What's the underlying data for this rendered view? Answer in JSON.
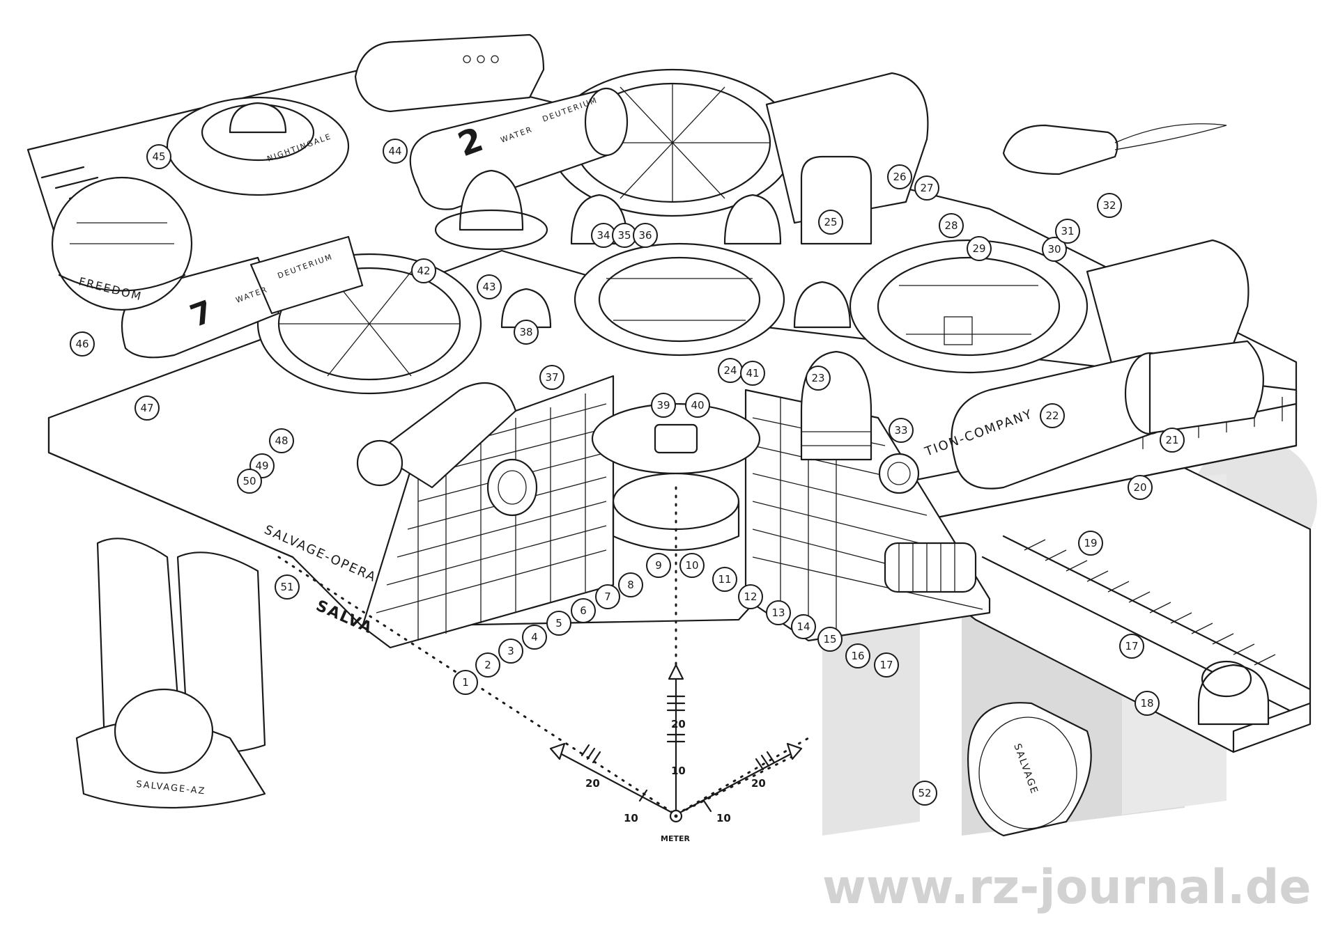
{
  "hull_labels": {
    "salvage_opera": "SALVAGE-OPERA",
    "salva": "SALVA",
    "tion_company": "TION-COMPANY",
    "freedom": "FREEDOM",
    "salvage_az": "SALVAGE-AZ",
    "water_tank": "WATER",
    "deuterium": "DEUTERIUM",
    "deuterium_upper": "DEUTERIUM",
    "water_upper": "WATER",
    "nightingale": "NIGHTINGALE",
    "ship_number_2": "2",
    "ship_number_7": "7",
    "pod_salvage": "SALVAGE"
  },
  "callouts": [
    "1",
    "2",
    "3",
    "4",
    "5",
    "6",
    "7",
    "8",
    "9",
    "10",
    "11",
    "12",
    "13",
    "14",
    "15",
    "16",
    "17",
    "17",
    "18",
    "19",
    "20",
    "21",
    "22",
    "23",
    "24",
    "25",
    "26",
    "27",
    "28",
    "29",
    "30",
    "31",
    "32",
    "33",
    "34",
    "35",
    "36",
    "37",
    "38",
    "39",
    "40",
    "41",
    "42",
    "43",
    "44",
    "45",
    "46",
    "47",
    "48",
    "49",
    "50",
    "51",
    "52"
  ],
  "scale": {
    "unit": "METER",
    "left_major": "20",
    "left_minor": "10",
    "right_major": "20",
    "right_minor": "10",
    "vertical_upper": "20",
    "vertical_lower": "10"
  },
  "watermark": "www.rz-journal.de",
  "colors": {
    "ink": "#1a1a1a",
    "paper": "#ffffff",
    "watermark": "#d2d2d2"
  }
}
